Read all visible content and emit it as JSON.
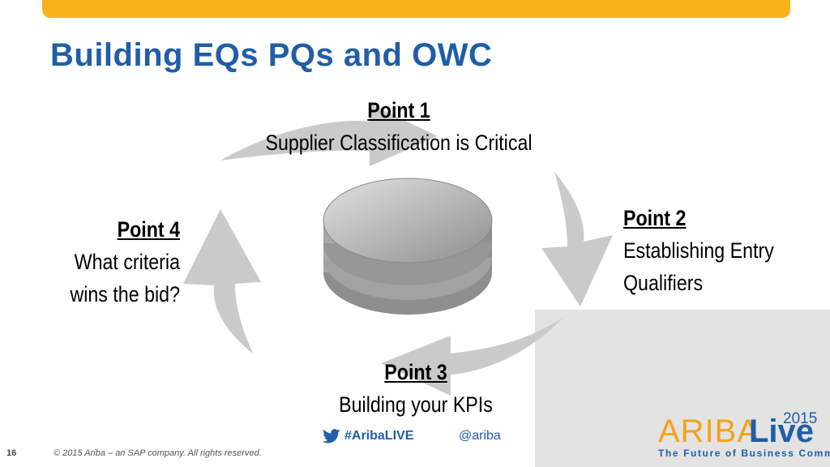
{
  "slide": {
    "title": "Building EQs PQs and OWC",
    "slide_number": "16",
    "copyright": "© 2015 Ariba – an SAP company. All rights reserved."
  },
  "points": [
    {
      "heading": "Point 1",
      "lines": [
        "Supplier Classification is Critical"
      ]
    },
    {
      "heading": "Point 2",
      "lines": [
        "Establishing Entry",
        "Qualifiers"
      ]
    },
    {
      "heading": "Point 3",
      "lines": [
        "Building your KPIs"
      ]
    },
    {
      "heading": "Point 4",
      "lines": [
        "What criteria",
        "wins the bid?"
      ]
    }
  ],
  "social": {
    "hashtag": "#AribaLIVE",
    "handle": "@ariba"
  },
  "logo": {
    "brand": "ARIBA",
    "live": "Live",
    "year": "2015",
    "tagline": "The Future of Business Commerce"
  },
  "colors": {
    "accent_bar": "#f5b21a",
    "title_blue": "#1f5ea8",
    "arrow_gray": "#c9c9c9",
    "panel_gray": "#e3e3e3"
  }
}
